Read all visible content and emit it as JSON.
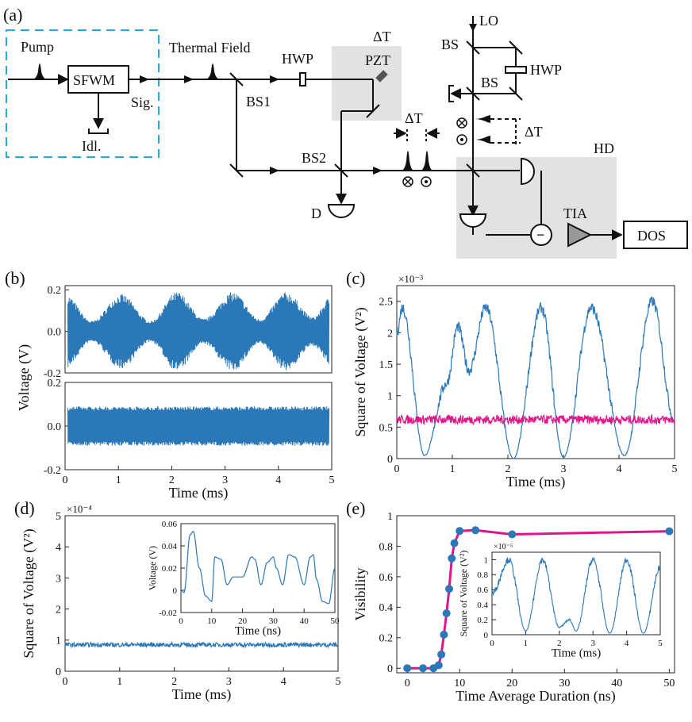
{
  "panel_a": {
    "label": "(a)",
    "pump": "Pump",
    "sfwm": "SFWM",
    "signal": "Sig.",
    "idler": "Idl.",
    "thermal_field": "Thermal Field",
    "hwp1": "HWP",
    "delta_t_top": "ΔT",
    "pzt": "PZT",
    "bs1": "BS1",
    "bs2": "BS2",
    "detector": "D",
    "delta_t_mid": "ΔT",
    "lo": "LO",
    "bs_top": "BS",
    "hwp2": "HWP",
    "bs_mid": "BS",
    "delta_t_right": "ΔT",
    "hd": "HD",
    "tia": "TIA",
    "dos": "DOS",
    "minus": "−"
  },
  "colors": {
    "trace_blue": "#2a78b8",
    "trace_magenta": "#e0158a",
    "dashed_box": "#29a8e0",
    "gray_box": "#e0e0e0"
  },
  "chart_data": [
    {
      "id": "b-top",
      "panel_label": "(b)",
      "type": "line",
      "ylabel": "Voltage (V)",
      "ylim": [
        -0.2,
        0.22
      ],
      "yticks": [
        "0.2",
        "0.0",
        "-0.2"
      ],
      "xlim": [
        0,
        5
      ],
      "description_series": [
        {
          "values_envelope_note": "beating envelope",
          "x": [
            0,
            0.5,
            1.05,
            1.6,
            2.1,
            2.6,
            3.15,
            3.65,
            4.15,
            4.65,
            5
          ],
          "y_amp": [
            0.18,
            0.05,
            0.18,
            0.05,
            0.19,
            0.06,
            0.19,
            0.06,
            0.19,
            0.07,
            0.17
          ]
        }
      ]
    },
    {
      "id": "b-bottom",
      "type": "line",
      "xlabel": "Time (ms)",
      "ylim": [
        -0.2,
        0.2
      ],
      "yticks": [
        "0.2",
        "0.0",
        "-0.2"
      ],
      "xlim": [
        0,
        5
      ],
      "xticks": [
        "0",
        "1",
        "2",
        "3",
        "4",
        "5"
      ],
      "constant_amplitude": 0.09
    },
    {
      "id": "c",
      "panel_label": "(c)",
      "type": "line",
      "ylabel": "Square of Voltage (V²)",
      "xlabel": "Time (ms)",
      "scale_label": "×10⁻³",
      "xlim": [
        0,
        5
      ],
      "ylim": [
        0,
        2.75
      ],
      "xticks": [
        "0",
        "1",
        "2",
        "3",
        "4",
        "5"
      ],
      "yticks": [
        "0",
        "0.5",
        "1",
        "1.5",
        "2",
        "2.5"
      ],
      "series": [
        {
          "x": [
            0,
            0.1,
            0.5,
            0.9,
            1.1,
            1.3,
            1.6,
            2.1,
            2.6,
            3.0,
            3.5,
            4.1,
            4.6,
            5.0
          ],
          "y": [
            2.0,
            2.4,
            0.05,
            1.2,
            2.1,
            1.4,
            2.4,
            0.0,
            2.4,
            0.02,
            2.4,
            0.05,
            2.5,
            0.6
          ]
        },
        {
          "x": [
            0,
            5
          ],
          "y": [
            0.62,
            0.62
          ]
        }
      ]
    },
    {
      "id": "d",
      "panel_label": "(d)",
      "type": "line",
      "ylabel": "Square of Voltage (V²)",
      "xlabel": "Time (ms)",
      "scale_label": "×10⁻⁴",
      "xlim": [
        0,
        5
      ],
      "ylim": [
        0,
        5
      ],
      "xticks": [
        "0",
        "1",
        "2",
        "3",
        "4",
        "5"
      ],
      "yticks": [
        "0",
        "1",
        "2",
        "3",
        "4",
        "5"
      ],
      "series": [
        {
          "x": [
            0,
            5
          ],
          "y": [
            0.85,
            0.85
          ]
        }
      ]
    },
    {
      "id": "d-inset",
      "type": "line",
      "ylabel": "Voltage (V)",
      "xlabel": "Time (ns)",
      "xlim": [
        0,
        50
      ],
      "ylim": [
        -0.02,
        0.06
      ],
      "xticks": [
        "0",
        "10",
        "20",
        "30",
        "40",
        "50"
      ],
      "yticks": [
        "-0.02",
        "0",
        "0.02",
        "0.04",
        "0.06"
      ],
      "series": [
        {
          "x": [
            0,
            1,
            3,
            4,
            6,
            8,
            10,
            11,
            13,
            15,
            17,
            20,
            23,
            24,
            26,
            28,
            30,
            31,
            33,
            35,
            37,
            40,
            42,
            43,
            44,
            46,
            48,
            50
          ],
          "y": [
            0.0,
            -0.002,
            0.05,
            0.053,
            0.02,
            -0.005,
            -0.01,
            0.03,
            0.028,
            0.005,
            0.012,
            0.012,
            0.03,
            0.028,
            0.005,
            0.025,
            0.03,
            0.02,
            0.005,
            0.032,
            0.03,
            0.005,
            0.03,
            0.032,
            0.01,
            -0.01,
            -0.012,
            0.02
          ]
        }
      ]
    },
    {
      "id": "e",
      "panel_label": "(e)",
      "type": "line",
      "ylabel": "Visibility",
      "xlabel": "Time Average Duration (ns)",
      "xlim": [
        -2,
        51
      ],
      "ylim": [
        -0.03,
        1.0
      ],
      "xticks": [
        "0",
        "10",
        "20",
        "30",
        "40",
        "50"
      ],
      "yticks": [
        "0",
        "0.2",
        "0.4",
        "0.6",
        "0.8",
        "1"
      ],
      "series": [
        {
          "x": [
            0,
            3,
            5,
            6,
            6.5,
            7,
            7.5,
            8,
            8.5,
            9,
            10,
            13,
            20,
            50
          ],
          "y": [
            0.0,
            0.0,
            0.0,
            0.02,
            0.09,
            0.22,
            0.36,
            0.52,
            0.72,
            0.82,
            0.9,
            0.905,
            0.878,
            0.898
          ]
        }
      ]
    },
    {
      "id": "e-inset",
      "type": "line",
      "ylabel": "Square of Voltage (V²)",
      "xlabel": "Time (ms)",
      "scale_label": "×10⁻⁵",
      "xlim": [
        0,
        5
      ],
      "ylim": [
        0,
        1.1
      ],
      "xticks": [
        "0",
        "1",
        "2",
        "3",
        "4",
        "5"
      ],
      "yticks": [
        "0",
        "0.2",
        "0.4",
        "0.6",
        "0.8",
        "1"
      ],
      "series": [
        {
          "x": [
            0,
            0.5,
            1.0,
            1.5,
            2.0,
            2.3,
            2.5,
            3.0,
            3.5,
            4.0,
            4.5,
            5.0
          ],
          "y": [
            0.55,
            1.0,
            0.05,
            1.0,
            0.1,
            0.2,
            0.05,
            1.0,
            0.02,
            1.0,
            0.02,
            0.9
          ]
        }
      ]
    }
  ]
}
